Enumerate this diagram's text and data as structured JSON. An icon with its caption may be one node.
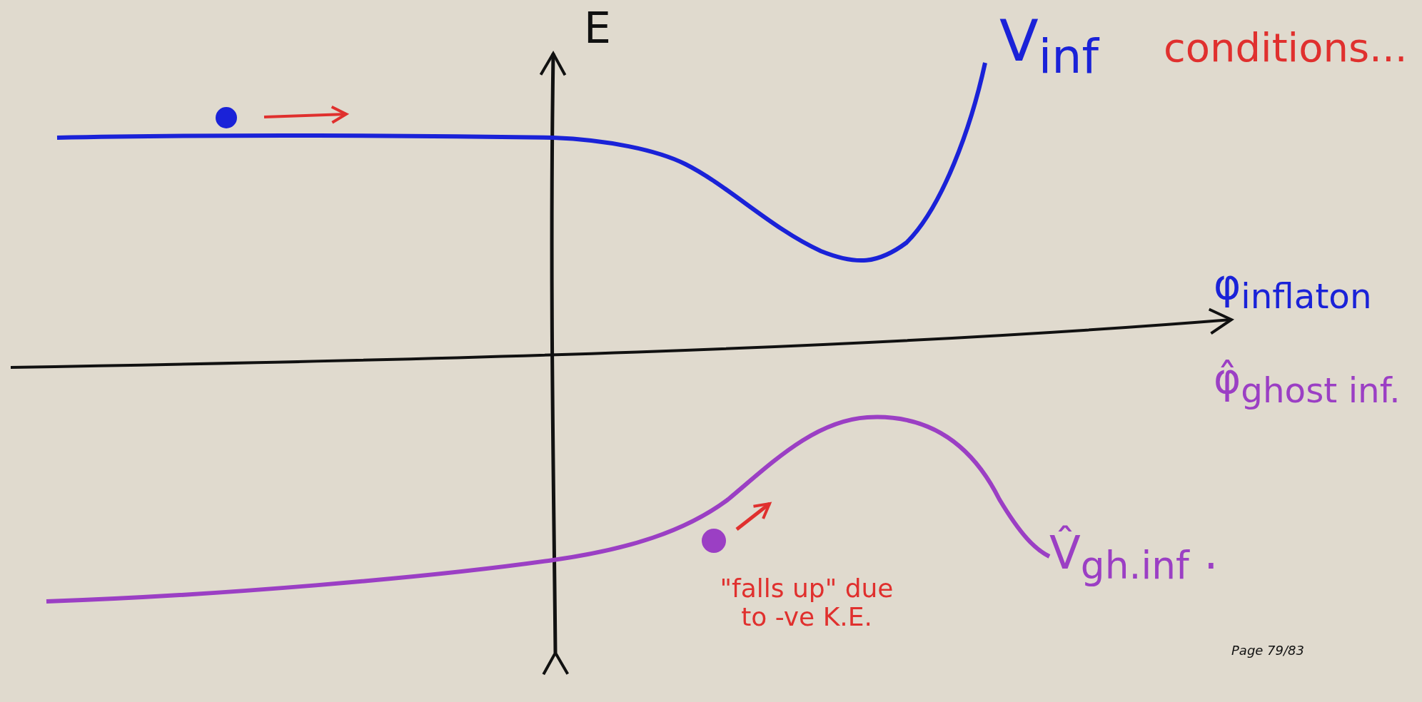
{
  "diagram": {
    "labels": [
      "E",
      "V$_{inf}$",
      "conditions...",
      "φ$_{inflaton}$",
      "φ̂$_{ghost inf.}$",
      "V̂$_{gh.inf}$ .",
      "\"falls up\" due to -ve K.E.",
      "Page 79/83"
    ]
  }
}
